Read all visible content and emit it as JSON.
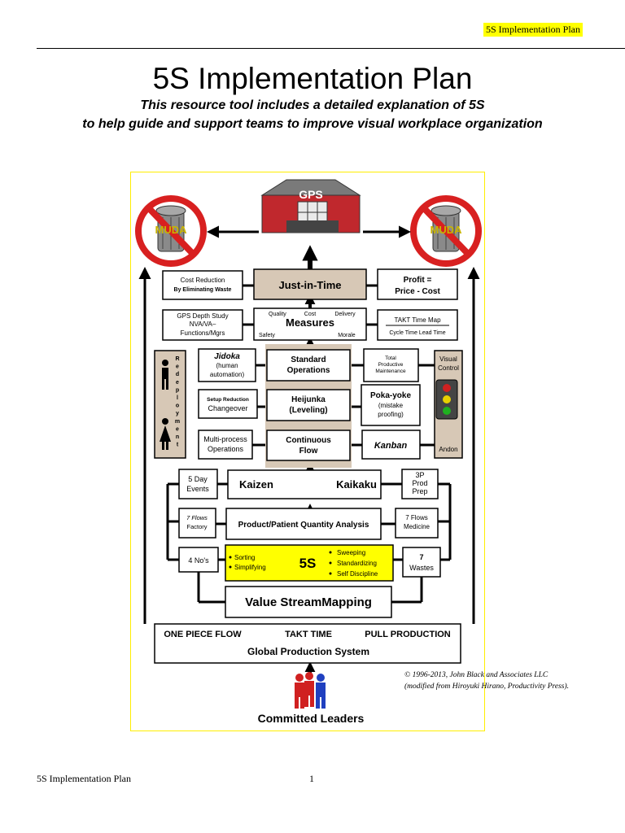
{
  "header": {
    "tag": "5S Implementation Plan"
  },
  "document": {
    "title": "5S Implementation Plan",
    "subtitle_line1": "This resource tool includes a detailed explanation of 5S",
    "subtitle_line2": "to help guide and support teams to improve visual workplace organization"
  },
  "diagram": {
    "gps": "GPS",
    "muda_left": "MUDA",
    "muda_right": "MUDA",
    "cost_reduction_1": "Cost Reduction",
    "cost_reduction_2": "By Eliminating Waste",
    "jit": "Just-in-Time",
    "profit_1": "Profit =",
    "profit_2": "Price - Cost",
    "gps_depth_1": "GPS Depth Study",
    "gps_depth_2": "NVA/VA–",
    "gps_depth_3": "Functions/Mgrs",
    "measures": "Measures",
    "m_quality": "Quality",
    "m_cost": "Cost",
    "m_delivery": "Delivery",
    "m_safety": "Safety",
    "m_morale": "Morale",
    "takt_map": "TAKT Time Map",
    "cycle_time": "Cycle Time Lead Time",
    "redeployment": "Redeployment",
    "jidoka": "Jidoka",
    "jidoka_2": "(human",
    "jidoka_3": "automation)",
    "std_ops_1": "Standard",
    "std_ops_2": "Operations",
    "tpm_1": "Total",
    "tpm_2": "Productive",
    "tpm_3": "Maintenance",
    "visual_1": "Visual",
    "visual_2": "Control",
    "setup_1": "Setup Reduction",
    "setup_2": "Changeover",
    "heijunka_1": "Heijunka",
    "heijunka_2": "(Leveling)",
    "poka_1": "Poka-yoke",
    "poka_2": "(mistake",
    "poka_3": "proofing)",
    "andon": "Andon",
    "multi_1": "Multi-process",
    "multi_2": "Operations",
    "cont_1": "Continuous",
    "cont_2": "Flow",
    "kanban": "Kanban",
    "day5_1": "5 Day",
    "day5_2": "Events",
    "kaizen": "Kaizen",
    "kaikaku": "Kaikaku",
    "p3_1": "3P",
    "p3_2": "Prod",
    "p3_3": "Prep",
    "flows_factory_1": "7 Flows",
    "flows_factory_2": "Factory",
    "pqa": "Product/Patient Quantity Analysis",
    "flows_med_1": "7 Flows",
    "flows_med_2": "Medicine",
    "no4": "4 No's",
    "sorting": "Sorting",
    "simplifying": "Simplifying",
    "five_s": "5S",
    "sweeping": "Sweeping",
    "standardizing": "Standardizing",
    "self_discipline": "Self Discipline",
    "wastes_1": "7",
    "wastes_2": "Wastes",
    "vsm": "Value StreamMapping",
    "one_piece": "ONE PIECE FLOW",
    "takt": "TAKT TIME",
    "pull": "PULL PRODUCTION",
    "global": "Global Production System",
    "committed": "Committed Leaders"
  },
  "copyright": {
    "line1": "© 1996-2013, John Black and Associates LLC",
    "line2": "(modified from Hiroyuki Hirano, Productivity Press)."
  },
  "footer": {
    "left": "5S Implementation Plan",
    "page": "1"
  },
  "colors": {
    "highlight": "#ffff00",
    "building": "#c0282d",
    "forbidden": "#d82020",
    "beige": "#d7c8b6"
  }
}
